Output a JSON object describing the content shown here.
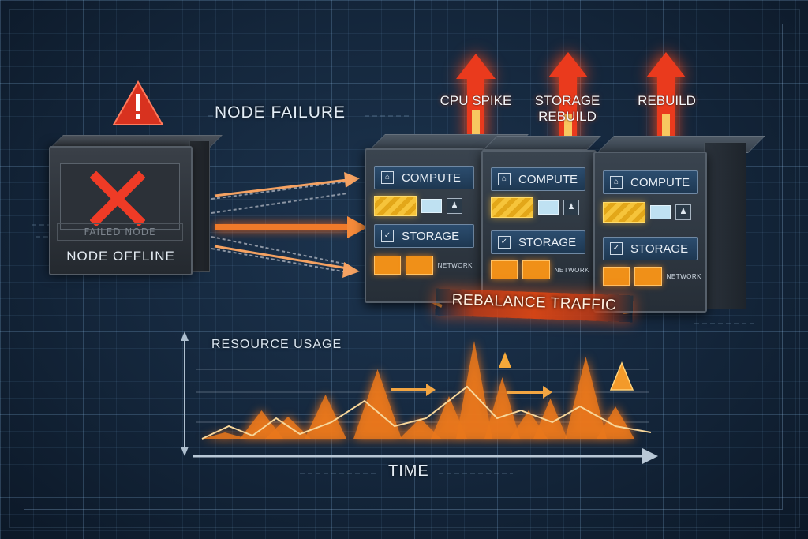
{
  "title": "NODE FAILURE",
  "failed_node": {
    "panel_text": "FAILED NODE",
    "status_label": "NODE OFFLINE",
    "warning_icon": "warning-triangle-icon",
    "failure_icon": "red-x-icon"
  },
  "spikes": [
    {
      "label": "CPU SPIKE"
    },
    {
      "label": "STORAGE\nREBUILD"
    },
    {
      "label": "REBUILD"
    }
  ],
  "servers": [
    {
      "compute": "COMPUTE",
      "storage": "STORAGE",
      "network": "NETWORK"
    },
    {
      "compute": "COMPUTE",
      "storage": "STORAGE",
      "network": "NETWORK"
    },
    {
      "compute": "COMPUTE",
      "storage": "STORAGE",
      "network": "NETWORK"
    }
  ],
  "rebalance_label": "REBALANCE TRAFFIC",
  "chart": {
    "ylabel": "RESOURCE USAGE",
    "xlabel": "TIME"
  },
  "colors": {
    "background": "#14263b",
    "accent_orange": "#f08a1c",
    "alert_red": "#e23a22",
    "panel_blue": "#2c4d6f"
  }
}
